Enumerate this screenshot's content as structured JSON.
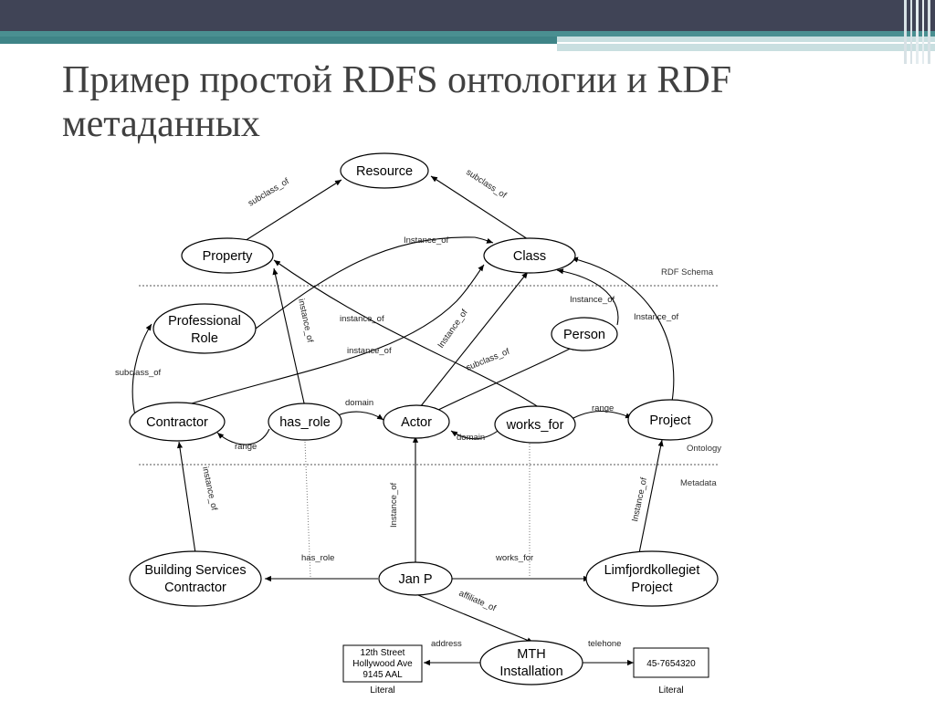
{
  "slide": {
    "title_line1": "Пример простой RDFS онтологии и RDF",
    "title_line2": "метаданных",
    "colors": {
      "top_dark": "#404456",
      "top_teal": "#3f8487",
      "title": "#404040"
    }
  },
  "layers": {
    "rdf_schema": "RDF Schema",
    "ontology": "Ontology",
    "metadata": "Metadata"
  },
  "nodes": {
    "resource": "Resource",
    "property": "Property",
    "class": "Class",
    "professional_role_1": "Professional",
    "professional_role_2": "Role",
    "person": "Person",
    "contractor": "Contractor",
    "has_role": "has_role",
    "actor": "Actor",
    "works_for": "works_for",
    "project": "Project",
    "bsc_1": "Building Services",
    "bsc_2": "Contractor",
    "jan_p": "Jan P",
    "limf_1": "Limfjordkollegiet",
    "limf_2": "Project",
    "mth_1": "MTH",
    "mth_2": "Installation"
  },
  "literals": {
    "address_1": "12th Street",
    "address_2": "Hollywood Ave",
    "address_3": "9145 AAL",
    "phone": "45-7654320",
    "literal_label": "Literal"
  },
  "edges": {
    "subclass_of": "subclass_of",
    "instance_of_lower": "instance_of",
    "instance_of_cap": "Instance_of",
    "domain": "domain",
    "range": "range",
    "has_role": "has_role",
    "works_for": "works_for",
    "affiliate_of": "affiliate_of",
    "address": "address",
    "telehone": "telehone"
  }
}
